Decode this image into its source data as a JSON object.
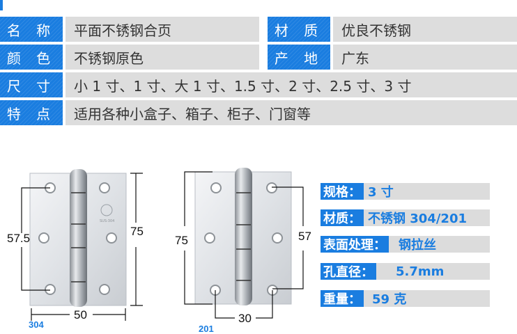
{
  "table": {
    "rows": [
      {
        "label": "名 称",
        "value": "平面不锈钢合页"
      },
      {
        "label": "颜 色",
        "value": "不锈钢原色"
      },
      {
        "label": "尺 寸",
        "value": "小 1 寸、1 寸、大 1 寸、1.5 寸、2 寸、2.5 寸、3 寸"
      },
      {
        "label": "特 点",
        "value": "适用各种小盒子、箱子、柜子、门窗等"
      }
    ],
    "right_rows": [
      {
        "label": "材 质",
        "value": "优良不锈钢"
      },
      {
        "label": "产 地",
        "value": "广东"
      }
    ]
  },
  "figures": {
    "left": {
      "caption": "304",
      "height": "75",
      "hole_spacing": "57.5",
      "width": "50",
      "stamp": "SUS-304"
    },
    "right": {
      "caption": "201",
      "height": "75",
      "hole_spacing": "57",
      "width": "30"
    }
  },
  "specs": [
    {
      "key": "规格：",
      "value": "3 寸"
    },
    {
      "key": "材质：",
      "value": "不锈钢 304/201"
    },
    {
      "key": "表面处理：",
      "value": "钢拉丝"
    },
    {
      "key": "孔直径：",
      "value": "5.7mm"
    },
    {
      "key": "重量：",
      "value": "59 克"
    }
  ],
  "colors": {
    "accent": "#1a7de0",
    "value_bg": "#dddddd"
  }
}
